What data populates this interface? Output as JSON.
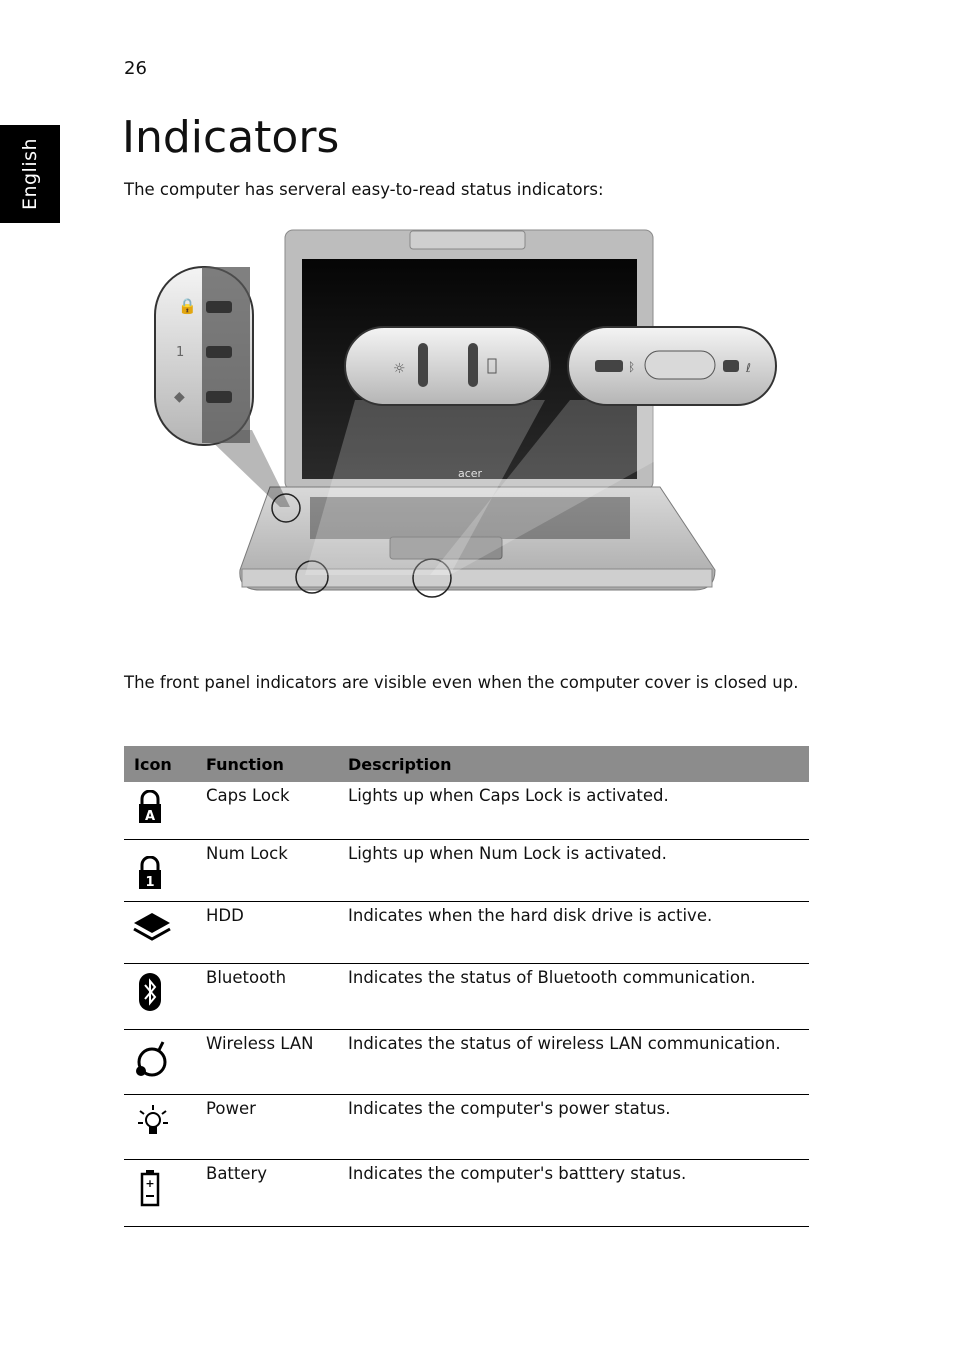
{
  "page": {
    "number": "26",
    "language_tab": "English",
    "title": "Indicators",
    "intro": "The computer has serveral easy-to-read status indicators:",
    "front_panel_note": "The front panel indicators are visible even when the computer cover is closed up."
  },
  "figure": {
    "laptop_logo": "acer"
  },
  "table": {
    "headers": {
      "icon": "Icon",
      "function": "Function",
      "description": "Description"
    },
    "rows": [
      {
        "icon": "caps-lock-icon",
        "function": "Caps Lock",
        "description": "Lights up when Caps Lock is activated."
      },
      {
        "icon": "num-lock-icon",
        "function": "Num Lock",
        "description": "Lights up when Num Lock is activated."
      },
      {
        "icon": "hdd-icon",
        "function": "HDD",
        "description": "Indicates when the hard disk drive is active."
      },
      {
        "icon": "bluetooth-icon",
        "function": "Bluetooth",
        "description": "Indicates the status of Bluetooth communication."
      },
      {
        "icon": "wireless-lan-icon",
        "function": "Wireless LAN",
        "description": "Indicates the status of wireless LAN communication."
      },
      {
        "icon": "power-icon",
        "function": "Power",
        "description": "Indicates the computer's power status."
      },
      {
        "icon": "battery-icon",
        "function": "Battery",
        "description": "Indicates the computer's batttery status."
      }
    ]
  }
}
